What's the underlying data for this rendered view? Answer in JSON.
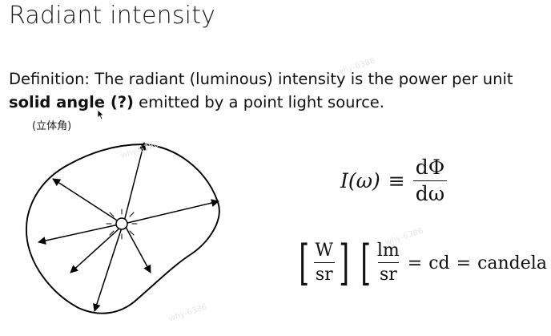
{
  "slide": {
    "title": "Radiant intensity",
    "definition_pre": "Definition: The radiant (luminous) intensity is the power per unit ",
    "definition_bold": "solid angle (?)",
    "definition_post": " emitted by a point light source.",
    "chinese_note": "(立体角)"
  },
  "formula_intensity": {
    "lhs": "I(ω)",
    "equiv": "≡",
    "numerator": "dΦ",
    "denominator": "dω"
  },
  "formula_units": {
    "unit1_num": "W",
    "unit1_den": "sr",
    "unit2_num": "lm",
    "unit2_den": "sr",
    "eq1": "=",
    "cd": "cd",
    "eq2": "=",
    "candela": "candela"
  },
  "watermarks": [
    "why-6386",
    "why-6386",
    "why-6386",
    "why-6386"
  ],
  "colors": {
    "text": "#111111",
    "background": "#ffffff",
    "diagram_stroke": "#000000"
  }
}
